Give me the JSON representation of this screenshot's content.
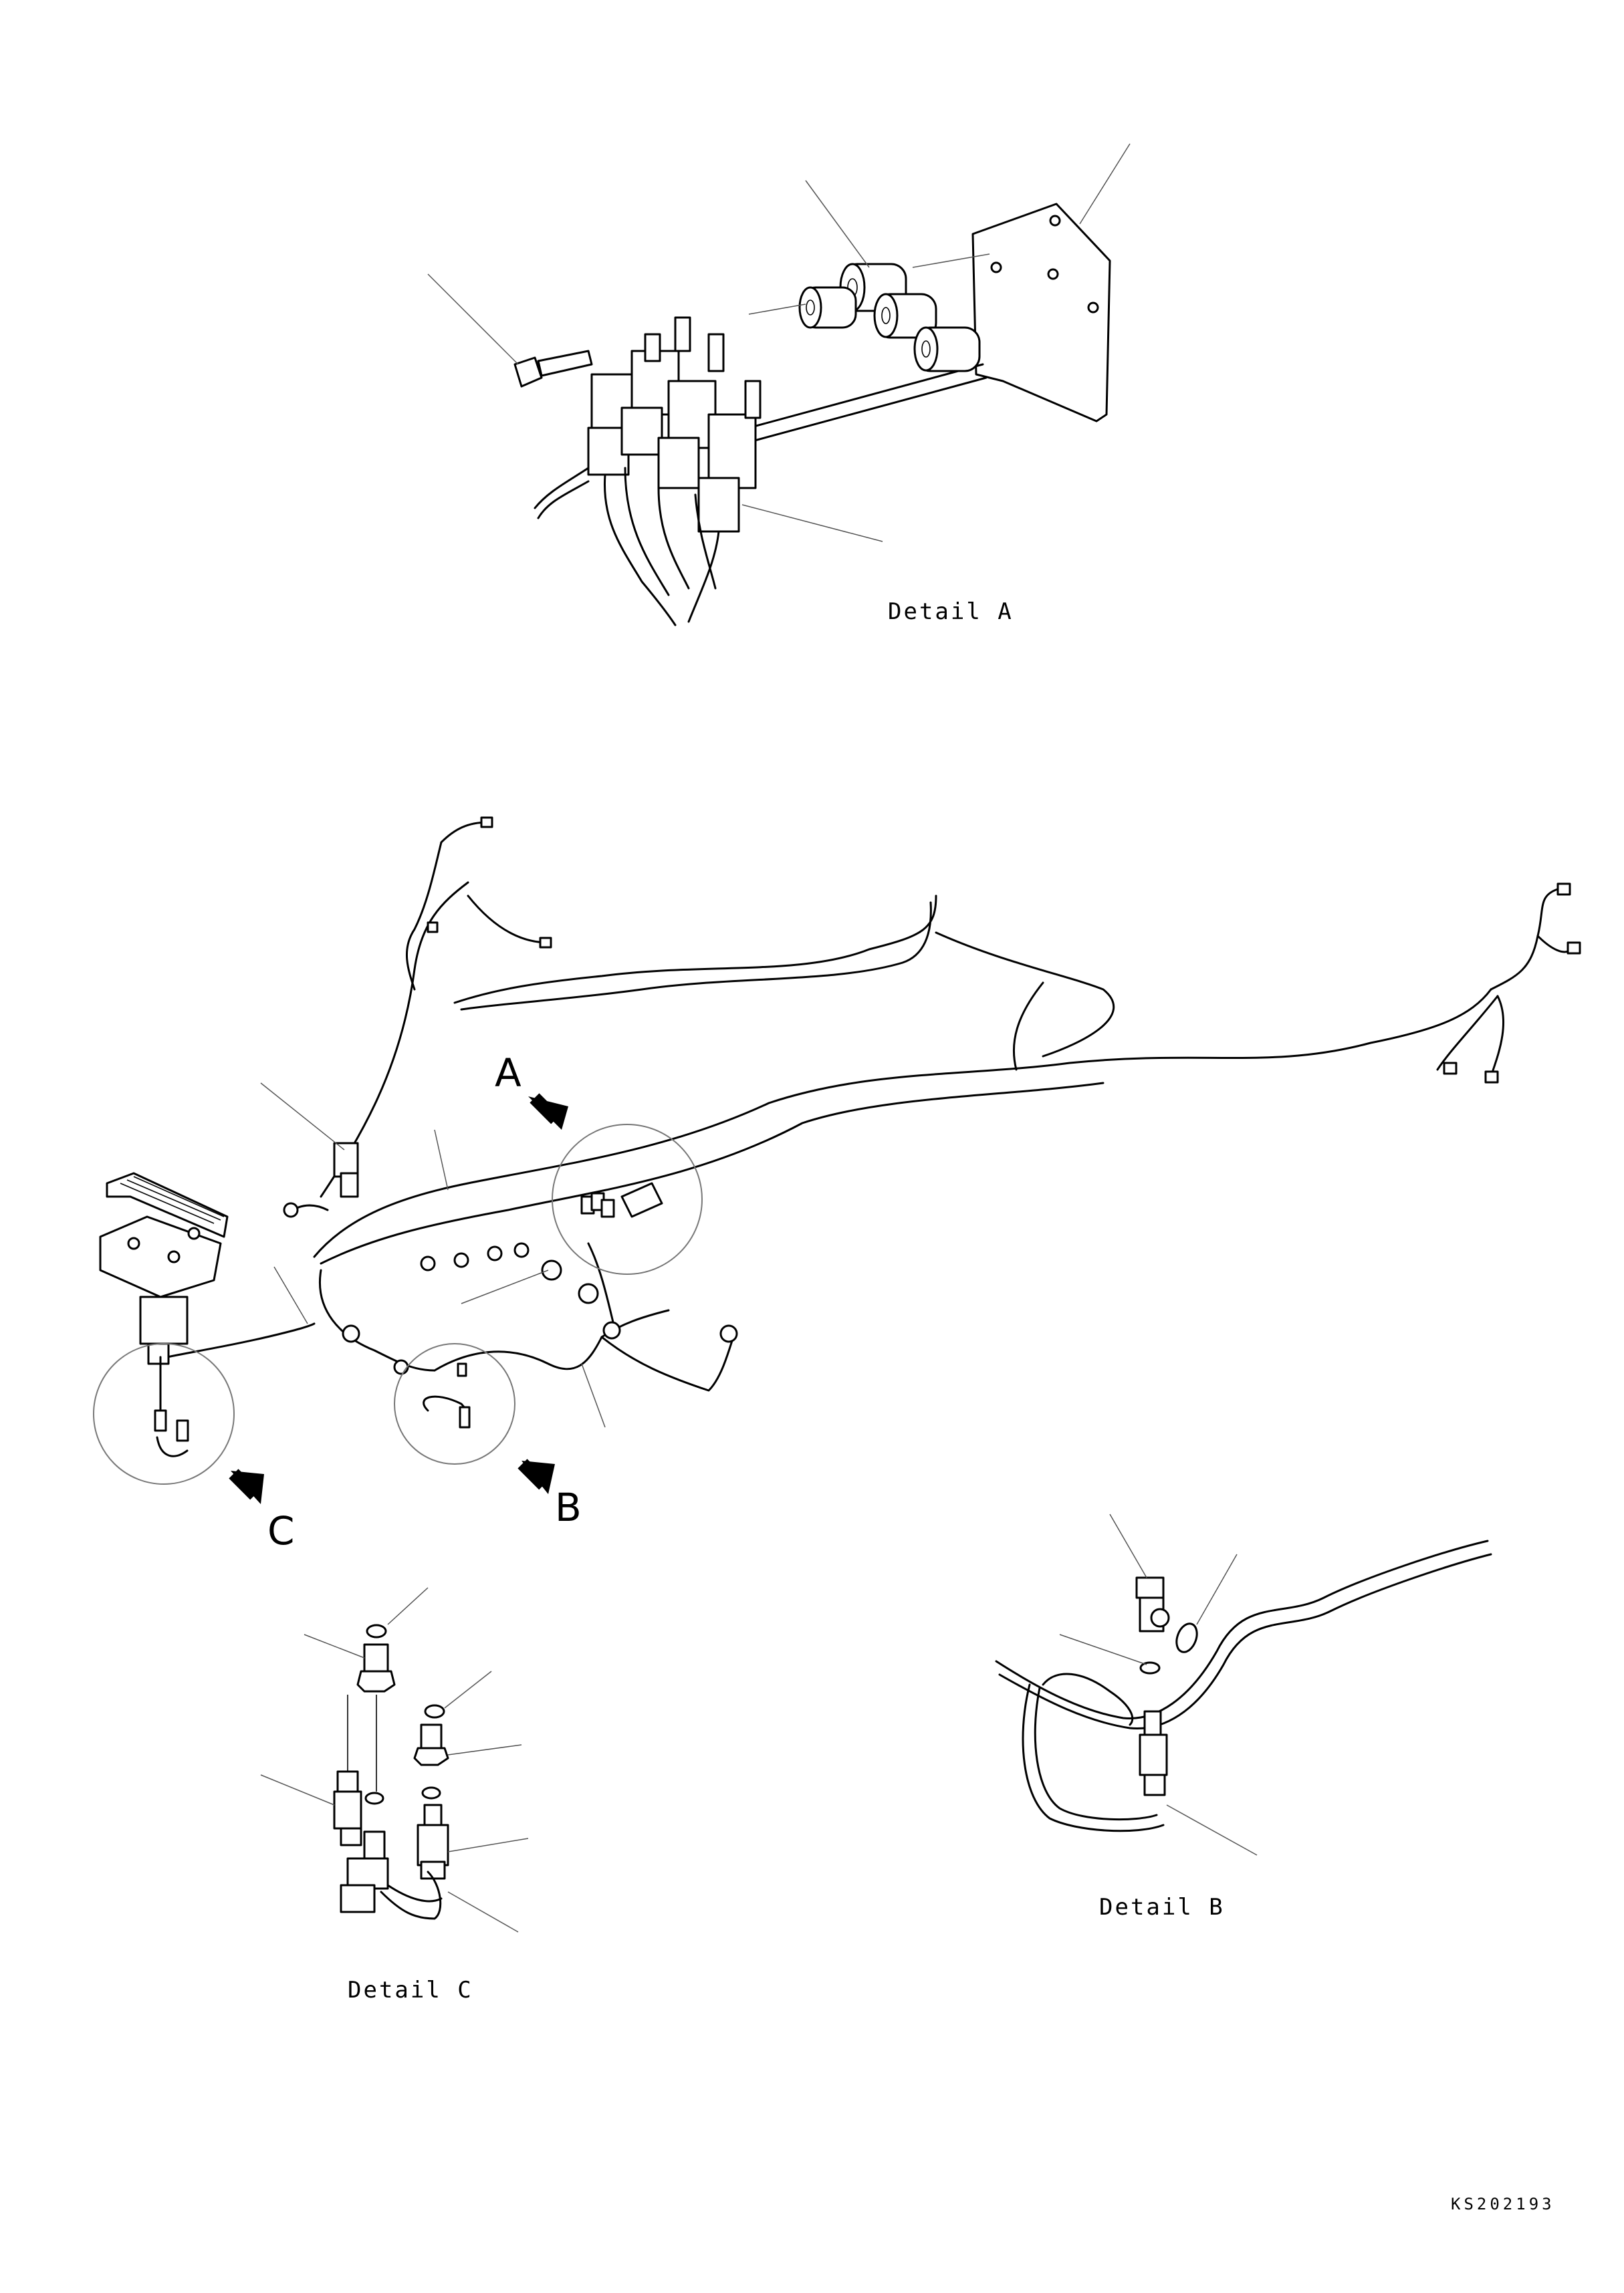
{
  "labels": {
    "detail_a": "Detail A",
    "detail_b": "Detail B",
    "detail_c": "Detail C",
    "marker_a": "A",
    "marker_b": "B",
    "marker_c": "C",
    "drawing_code": "KS202193"
  },
  "colors": {
    "line": "#000000",
    "leader": "#555555",
    "background": "#ffffff"
  }
}
